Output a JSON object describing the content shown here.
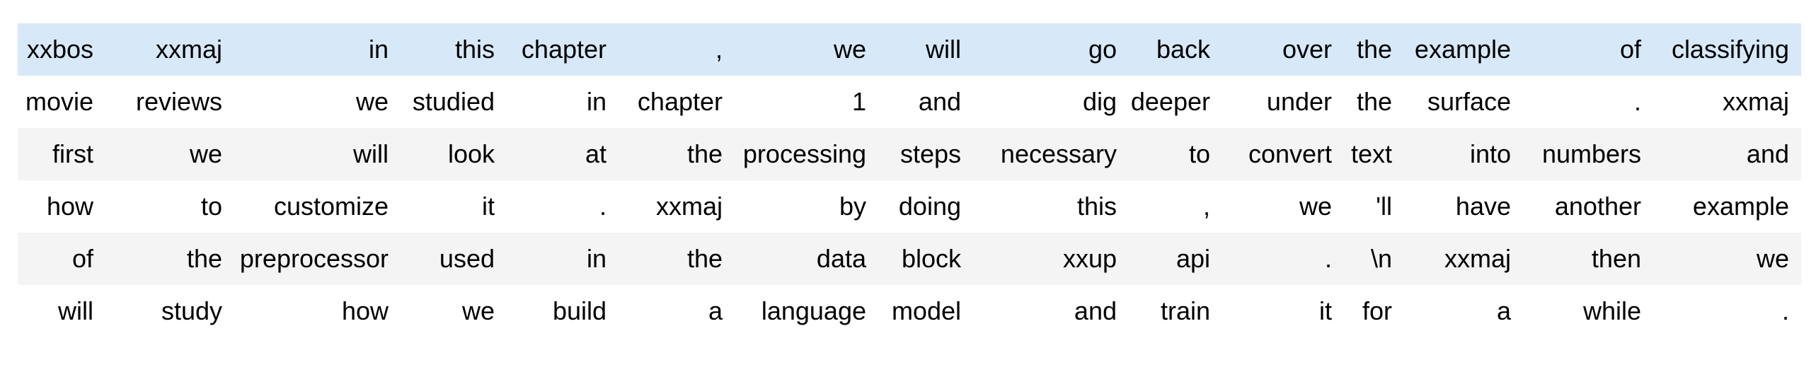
{
  "table": {
    "description": "tokenized-text-dataframe",
    "num_rows": 6,
    "num_cols": 15,
    "row_styles": [
      "highlight",
      "plain",
      "stripe",
      "plain",
      "stripe",
      "plain"
    ],
    "rows": [
      [
        "xxbos",
        "xxmaj",
        "in",
        "this",
        "chapter",
        ",",
        "we",
        "will",
        "go",
        "back",
        "over",
        "the",
        "example",
        "of",
        "classifying"
      ],
      [
        "movie",
        "reviews",
        "we",
        "studied",
        "in",
        "chapter",
        "1",
        "and",
        "dig",
        "deeper",
        "under",
        "the",
        "surface",
        ".",
        "xxmaj"
      ],
      [
        "first",
        "we",
        "will",
        "look",
        "at",
        "the",
        "processing",
        "steps",
        "necessary",
        "to",
        "convert",
        "text",
        "into",
        "numbers",
        "and"
      ],
      [
        "how",
        "to",
        "customize",
        "it",
        ".",
        "xxmaj",
        "by",
        "doing",
        "this",
        ",",
        "we",
        "'ll",
        "have",
        "another",
        "example"
      ],
      [
        "of",
        "the",
        "preprocessor",
        "used",
        "in",
        "the",
        "data",
        "block",
        "xxup",
        "api",
        ".",
        "\\n",
        "xxmaj",
        "then",
        "we"
      ],
      [
        "will",
        "study",
        "how",
        "we",
        "build",
        "a",
        "language",
        "model",
        "and",
        "train",
        "it",
        "for",
        "a",
        "while",
        "."
      ]
    ]
  },
  "colors": {
    "highlight_row_bg": "#d7e9f8",
    "stripe_row_bg": "#f4f4f4",
    "default_row_bg": "#ffffff",
    "text": "#000000"
  }
}
